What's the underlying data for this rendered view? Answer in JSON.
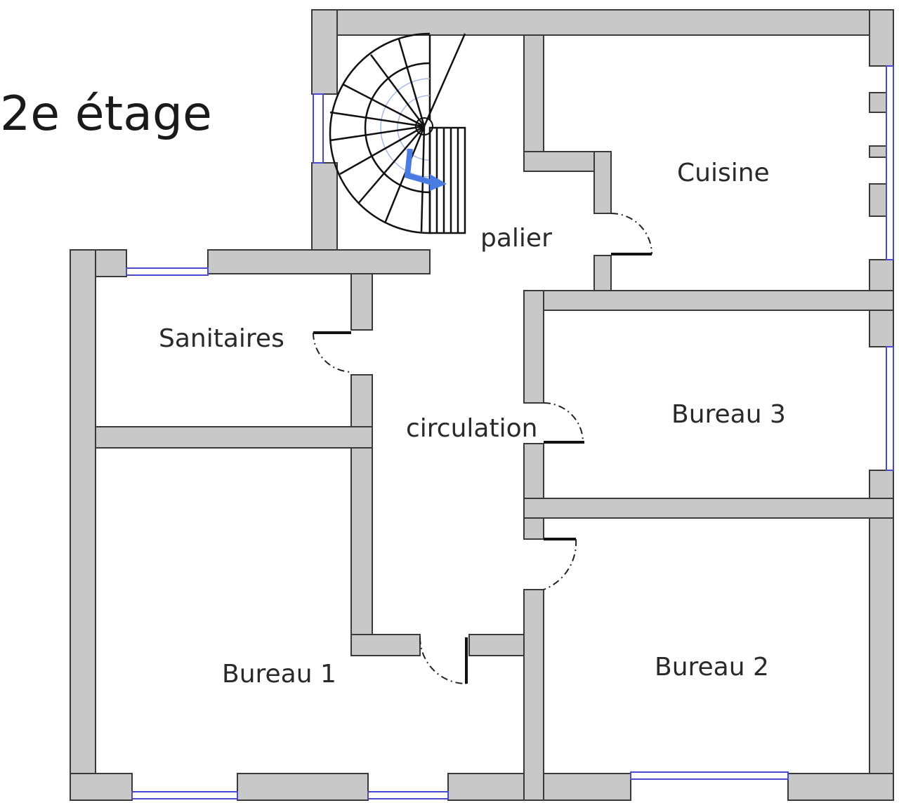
{
  "plan": {
    "title": "2e étage",
    "rooms": {
      "cuisine": "Cuisine",
      "palier": "palier",
      "sanitaires": "Sanitaires",
      "circulation": "circulation",
      "bureau3": "Bureau 3",
      "bureau1": "Bureau 1",
      "bureau2": "Bureau 2"
    }
  }
}
